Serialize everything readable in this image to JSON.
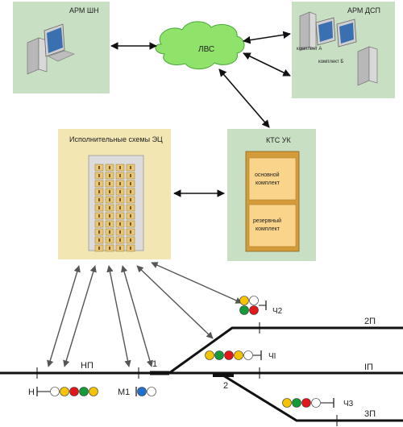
{
  "nodes": {
    "arm_shn": "АРМ ШН",
    "arm_dsp": "АРМ ДСП",
    "lvs": "ЛВС",
    "komplekt_a": "комплект А",
    "komplekt_b": "комплект Б",
    "ispoln": "Исполнительные схемы ЭЦ",
    "kts_uk": "КТС УК",
    "osnovnoy": [
      "основной",
      "комплект"
    ],
    "rezervny": [
      "резервный",
      "комплект"
    ]
  },
  "track": {
    "signals": {
      "ch2": "Ч2",
      "ch1": "ЧI",
      "ch3": "Ч3",
      "n": "Н",
      "m1": "М1"
    },
    "tracks": {
      "p2": "2П",
      "p1": "IП",
      "p3": "3П",
      "np": "НП"
    },
    "switches": {
      "s1": "1",
      "s2": "2"
    }
  },
  "colors": {
    "green_box": "#c9dfc4",
    "tan_box": "#f2e6b3",
    "yellow": "#f5c400",
    "red": "#e3161b",
    "green": "#159a3a",
    "blue": "#1f6fd1",
    "white": "#ffffff"
  }
}
